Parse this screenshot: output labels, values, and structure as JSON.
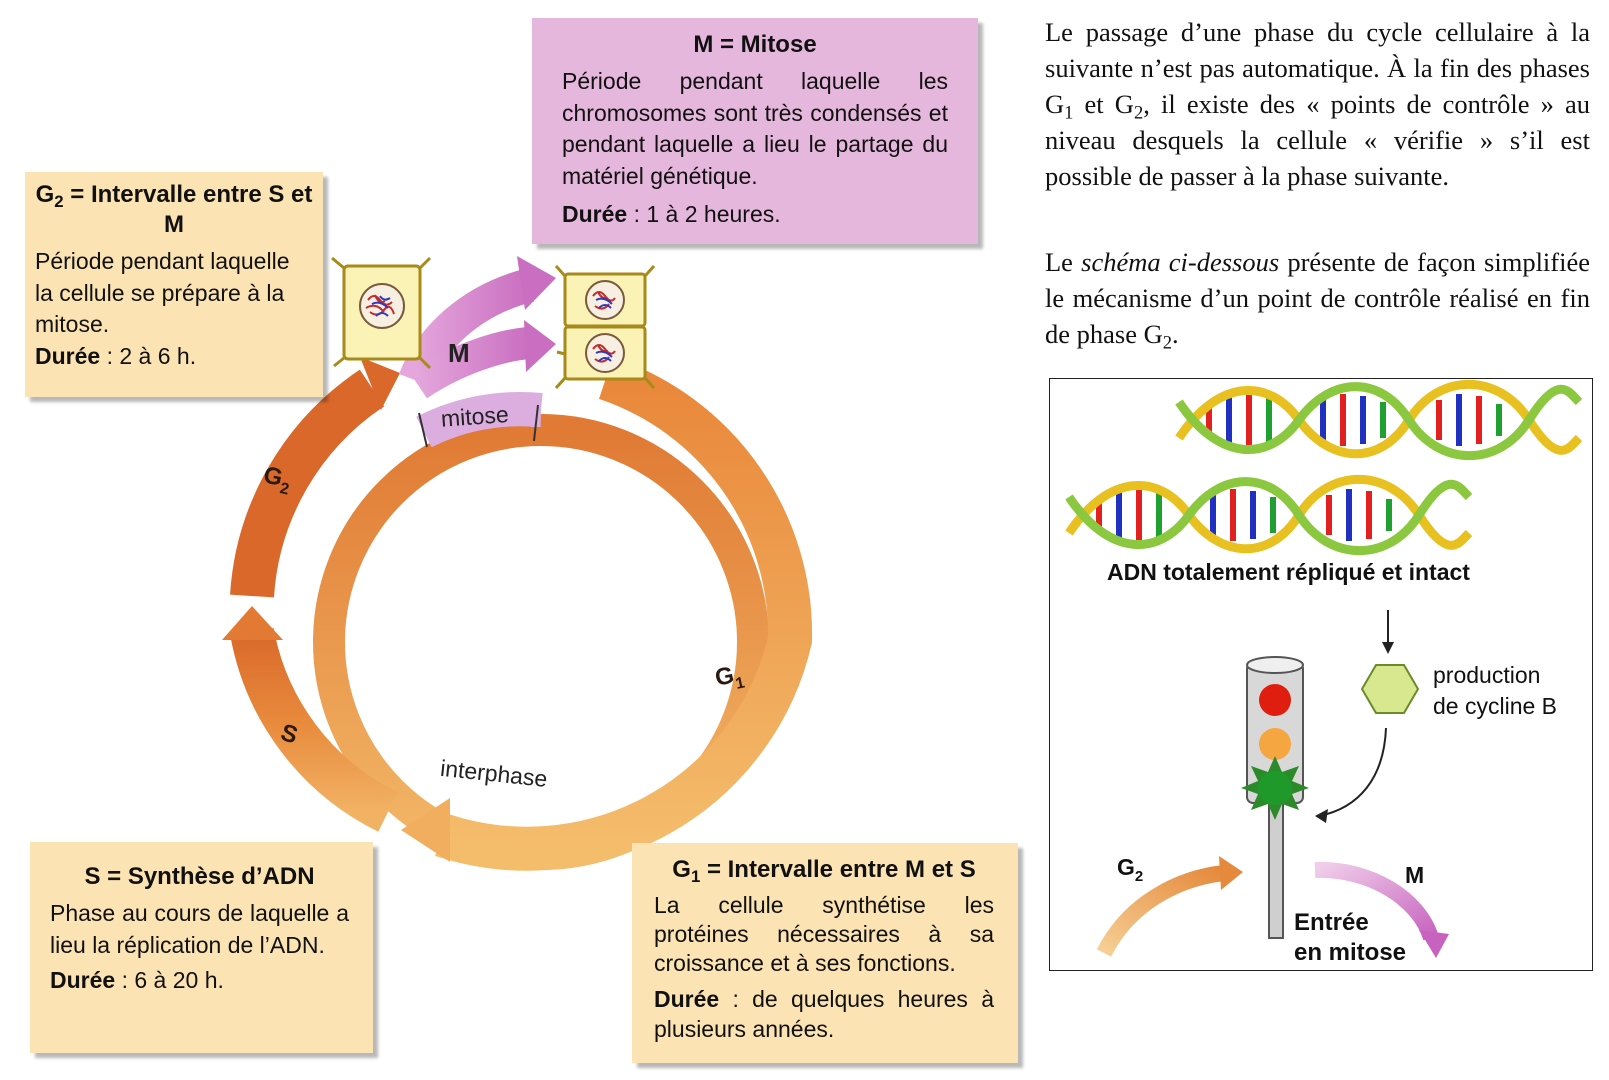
{
  "mitosis_box": {
    "title": "M = Mitose",
    "text": "Période pendant laquelle les chromosomes sont très condensés et pendant laquelle a lieu le partage du matériel génétique.",
    "duration_label": "Durée",
    "duration_value": " : 1 à 2 heures."
  },
  "g2_box": {
    "title_main": "G",
    "title_sub": "2",
    "title_rest": " = Intervalle entre S et M",
    "text": "Période pendant laquelle la cellule se prépare à la mitose.",
    "duration_label": "Durée",
    "duration_value": " : 2 à 6 h."
  },
  "s_box": {
    "title": "S = Synthèse d’ADN",
    "text": "Phase au cours de laquelle a lieu la réplication de l’ADN.",
    "duration_label": "Durée",
    "duration_value": " : 6 à 20 h."
  },
  "g1_box": {
    "title_main": "G",
    "title_sub": "1",
    "title_rest": " = Intervalle entre M et S",
    "text": "La cellule synthétise les protéines nécessaires à sa croissance et à ses fonctions.",
    "duration_label": "Durée",
    "duration_value": " : de quelques heures à plusieurs années."
  },
  "cycle_labels": {
    "m": "M",
    "mitose": "mitose",
    "g2": "G",
    "g2_sub": "2",
    "s": "S",
    "g1": "G",
    "g1_sub": "1",
    "interphase": "interphase"
  },
  "right_text": {
    "p1_a": "Le passage d’une phase du cycle cellulaire à la suivante n’est pas automatique. À la fin des phases G",
    "p1_sub1": "1",
    "p1_b": " et G",
    "p1_sub2": "2",
    "p1_c": ", il existe des « points de contrôle » au niveau desquels la cellule « vérifie » s’il est possible de passer à la phase suivante.",
    "p2_a": "Le ",
    "p2_italic": "schéma ci-dessous",
    "p2_b": " présente de façon simplifiée le mécanisme d’un point de contrôle réalisé en fin de phase G",
    "p2_sub": "2",
    "p2_c": "."
  },
  "checkpoint": {
    "dna_label": "ADN totalement répliqué et intact",
    "cyclin_line1": "production",
    "cyclin_line2": "de cycline B",
    "g2": "G",
    "g2_sub": "2",
    "m": "M",
    "entry_line1": "Entrée",
    "entry_line2": "en mitose"
  },
  "colors": {
    "orange_dark": "#d9682a",
    "orange_light": "#f0b060",
    "pink_arrow": "#d98ad0",
    "box_yellow": "#fbe3b4",
    "box_pink": "#e6b7dd",
    "light_red": "#e01e10",
    "light_orange": "#f5a640",
    "light_green": "#1f9a2a",
    "cyclin_green": "#d7e88e"
  }
}
